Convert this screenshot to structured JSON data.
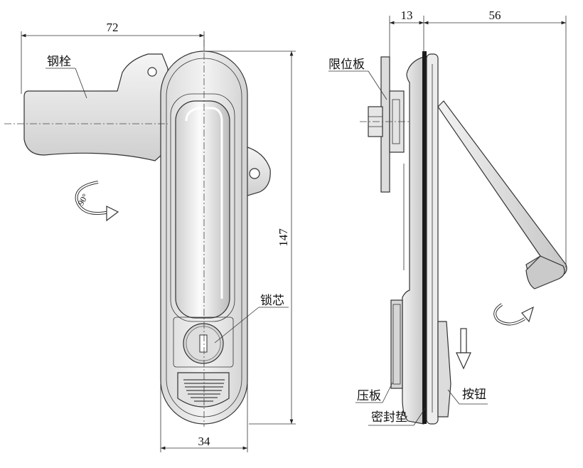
{
  "front_view": {
    "dimensions": {
      "width_top": "72",
      "height": "147",
      "width_bottom": "34"
    },
    "labels": {
      "steel_bolt": "钢栓",
      "lock_core": "锁芯"
    },
    "rotation": "90°"
  },
  "side_view": {
    "dimensions": {
      "thickness": "13",
      "reach": "56"
    },
    "labels": {
      "limit_plate": "限位板",
      "pressure_plate": "压板",
      "button": "按钮",
      "seal": "密封垫"
    }
  },
  "colors": {
    "line": "#222222",
    "body": "#e6e6e6",
    "highlight": "#fafafa",
    "shade": "#bdbdbd"
  }
}
